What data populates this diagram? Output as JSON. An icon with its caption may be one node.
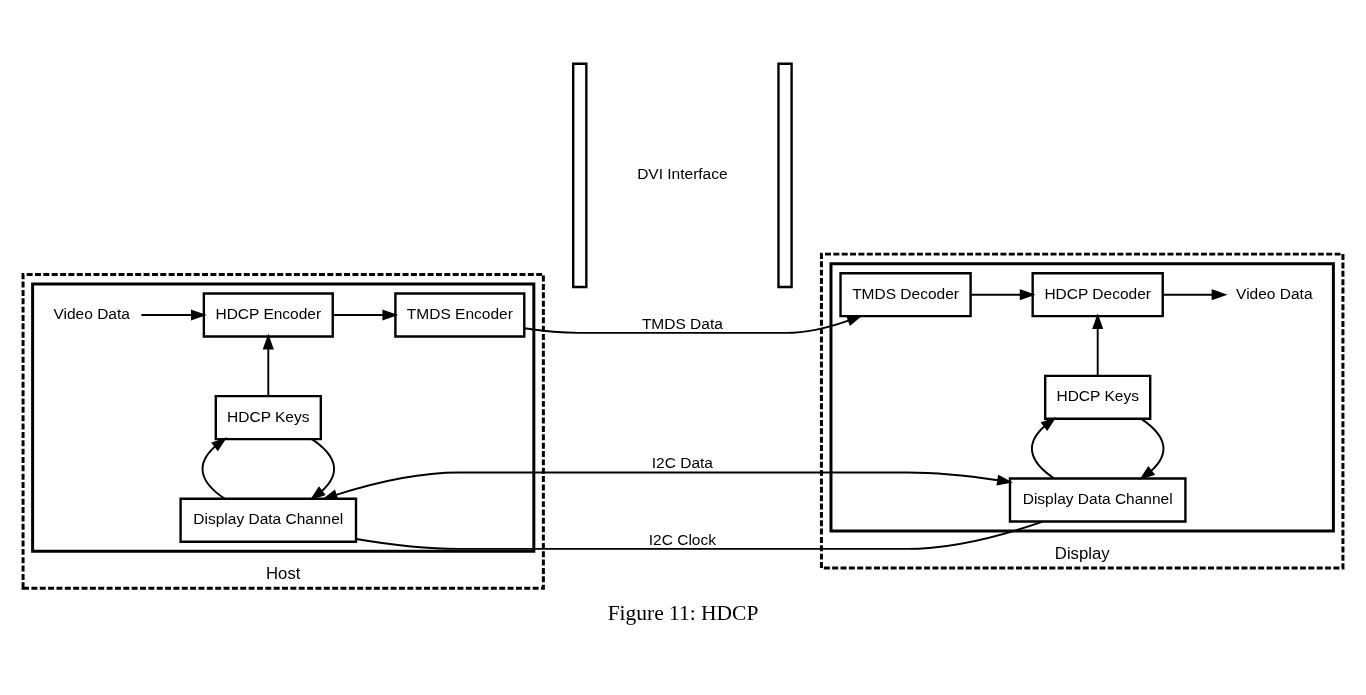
{
  "diagram": {
    "caption": "Figure 11: HDCP",
    "nodes": [
      {
        "text": [
          "Host"
        ]
      },
      {
        "text": [],
        "shape": "box",
        "in": 0
      },
      {
        "text": [
          "Video Data"
        ],
        "in": 1
      },
      {
        "text": [
          "HDCP Encoder"
        ],
        "in": 1
      },
      {
        "text": [
          "TMDS Encoder"
        ],
        "in": 1
      },
      {
        "text": [
          "HDCP Keys"
        ],
        "in": 1
      },
      {
        "text": [
          "Display Data Channel"
        ],
        "in": 1
      },
      {
        "text": [],
        "shape": "bar"
      },
      {
        "text": [],
        "shape": "bar"
      },
      {
        "text": [
          "Display"
        ]
      },
      {
        "text": [],
        "shape": "box",
        "in": 9
      },
      {
        "text": [
          "TMDS Decoder"
        ],
        "in": 10
      },
      {
        "text": [
          "HDCP Decoder"
        ],
        "in": 10
      },
      {
        "text": [
          "Video Data"
        ],
        "in": 10
      },
      {
        "text": [
          "HDCP Keys"
        ],
        "in": 10
      },
      {
        "text": [
          "Display Data Channel"
        ],
        "in": 10
      }
    ],
    "edges": [
      {
        "from": 2,
        "to": 3,
        "arrow": "to"
      },
      {
        "from": 3,
        "to": 4,
        "arrow": "to"
      },
      {
        "from": 5,
        "to": 3,
        "arrow": "to"
      },
      {
        "from": 5,
        "to": 6,
        "arrow": "to"
      },
      {
        "from": 6,
        "to": 5,
        "arrow": "to"
      },
      {
        "from": 4,
        "to": 11,
        "arrow": "to",
        "label": "TMDS Data"
      },
      {
        "from": 6,
        "to": 15,
        "arrow": "both",
        "label": "I2C Data"
      },
      {
        "from": 6,
        "to": 15,
        "arrow": "none",
        "label": "I2C Clock"
      },
      {
        "from": 11,
        "to": 12,
        "arrow": "to"
      },
      {
        "from": 12,
        "to": 13,
        "arrow": "to"
      },
      {
        "from": 14,
        "to": 12,
        "arrow": "to"
      },
      {
        "from": 14,
        "to": 15,
        "arrow": "to"
      },
      {
        "from": 15,
        "to": 14,
        "arrow": "to"
      }
    ],
    "labels": [
      "DVI Interface"
    ]
  }
}
